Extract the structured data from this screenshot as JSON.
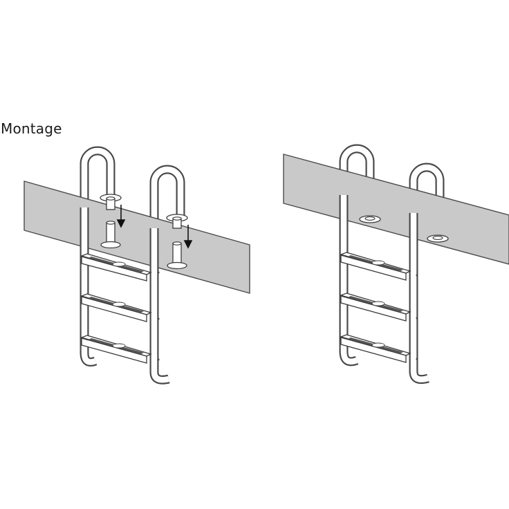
{
  "title": "Montage",
  "colors": {
    "wall": "#c9c9c9",
    "outline": "#4a4a4a",
    "tread": "#555555",
    "background": "#ffffff"
  },
  "panels": [
    {
      "name": "assembly-step",
      "steps": 3,
      "arrows": 2
    },
    {
      "name": "assembled-ladder",
      "steps": 3,
      "arrows": 0
    }
  ]
}
